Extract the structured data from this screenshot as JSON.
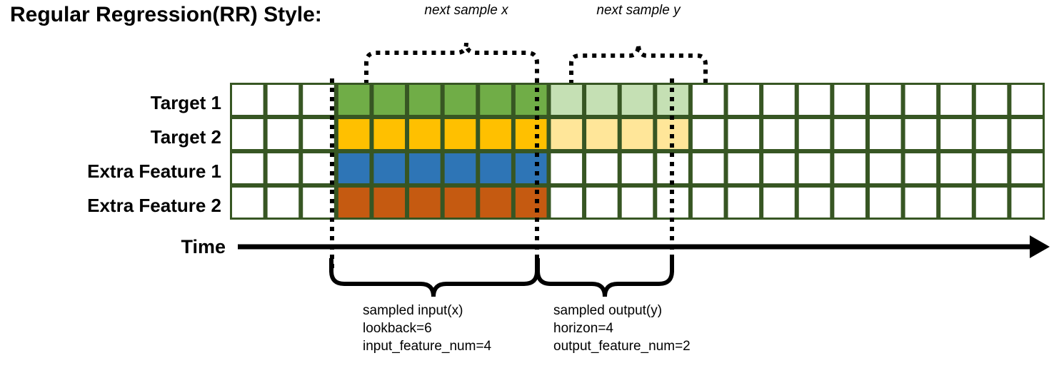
{
  "title": "Regular Regression(RR) Style:",
  "axis": {
    "time_label": "Time"
  },
  "rows": [
    {
      "label": "Target 1",
      "color": "#70AD47",
      "light_color": "#C5E0B4",
      "has_light": true
    },
    {
      "label": "Target 2",
      "color": "#FFC000",
      "light_color": "#FFE699",
      "has_light": true
    },
    {
      "label": "Extra Feature 1",
      "color": "#2E75B6",
      "light_color": null,
      "has_light": false
    },
    {
      "label": "Extra Feature 2",
      "color": "#C55A11",
      "light_color": null,
      "has_light": false
    }
  ],
  "grid": {
    "total_columns": 23,
    "leading_blank_columns": 3,
    "input_columns": 6,
    "output_columns": 4,
    "trailing_blank_columns": 10,
    "border_color": "#375623",
    "cell_fill": "#FFFFFF"
  },
  "top_annotations": [
    {
      "text": "next sample x"
    },
    {
      "text": "next sample y"
    }
  ],
  "bottom_annotations": [
    {
      "lines": [
        "sampled input(x)",
        "lookback=6",
        "input_feature_num=4"
      ]
    },
    {
      "lines": [
        "sampled output(y)",
        "horizon=4",
        "output_feature_num=2"
      ]
    }
  ]
}
